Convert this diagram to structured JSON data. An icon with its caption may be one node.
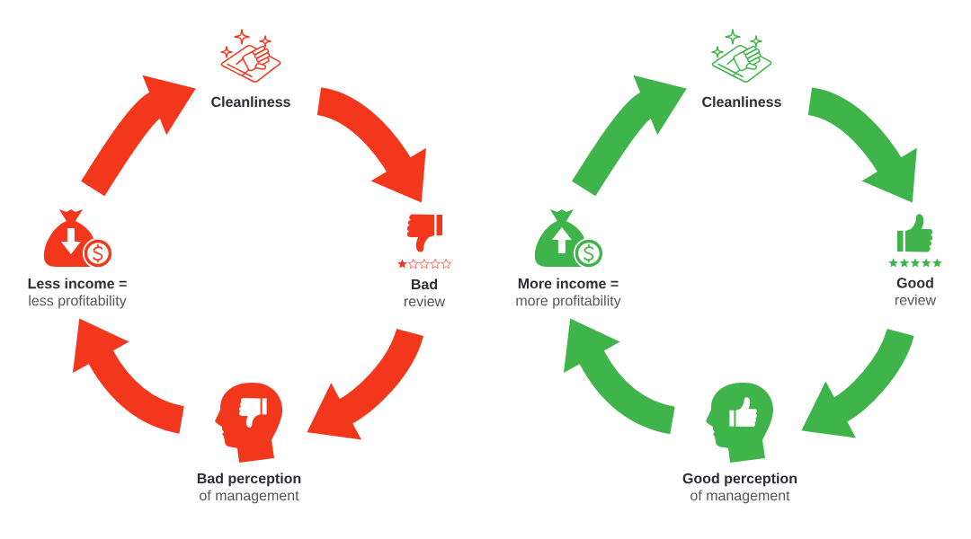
{
  "diagram": {
    "nodes": [
      {
        "text": [
          "Cleanliness"
        ]
      },
      {
        "text": [
          "Cleanliness"
        ]
      },
      {
        "text": [
          "Less income =",
          "less profitability"
        ]
      },
      {
        "text": [
          "Bad",
          "review"
        ]
      },
      {
        "text": [
          "More income =",
          "more profitability"
        ]
      },
      {
        "text": [
          "Good",
          "review"
        ]
      },
      {
        "text": [
          "Bad perception",
          "of management"
        ]
      },
      {
        "text": [
          "Good perception",
          "of management"
        ]
      }
    ],
    "edges": [
      {
        "from": 2,
        "to": 0,
        "arrow": "to",
        "color": "#f2371d"
      },
      {
        "from": 0,
        "to": 3,
        "arrow": "to",
        "color": "#f2371d"
      },
      {
        "from": 3,
        "to": 6,
        "arrow": "to",
        "color": "#f2371d"
      },
      {
        "from": 6,
        "to": 2,
        "arrow": "to",
        "color": "#f2371d"
      },
      {
        "from": 4,
        "to": 1,
        "arrow": "to",
        "color": "#3fb44a"
      },
      {
        "from": 1,
        "to": 5,
        "arrow": "to",
        "color": "#3fb44a"
      },
      {
        "from": 5,
        "to": 7,
        "arrow": "to",
        "color": "#3fb44a"
      },
      {
        "from": 7,
        "to": 4,
        "arrow": "to",
        "color": "#3fb44a"
      }
    ]
  }
}
